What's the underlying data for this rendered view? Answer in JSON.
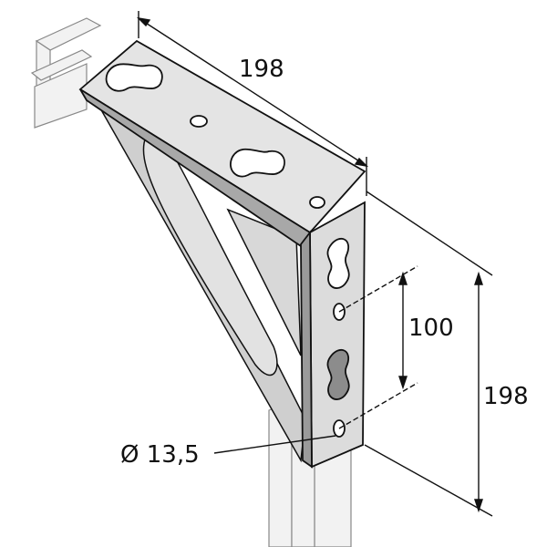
{
  "dimensions": {
    "arm_length": "198",
    "hole_spacing": "100",
    "height": "198",
    "hole_diameter": "Ø 13,5"
  },
  "colors": {
    "line": "#111111",
    "metal_light": "#e6e6e6",
    "metal_mid": "#c8c8c8",
    "metal_dark": "#9a9a9a",
    "rail": "#f2f2f2"
  }
}
